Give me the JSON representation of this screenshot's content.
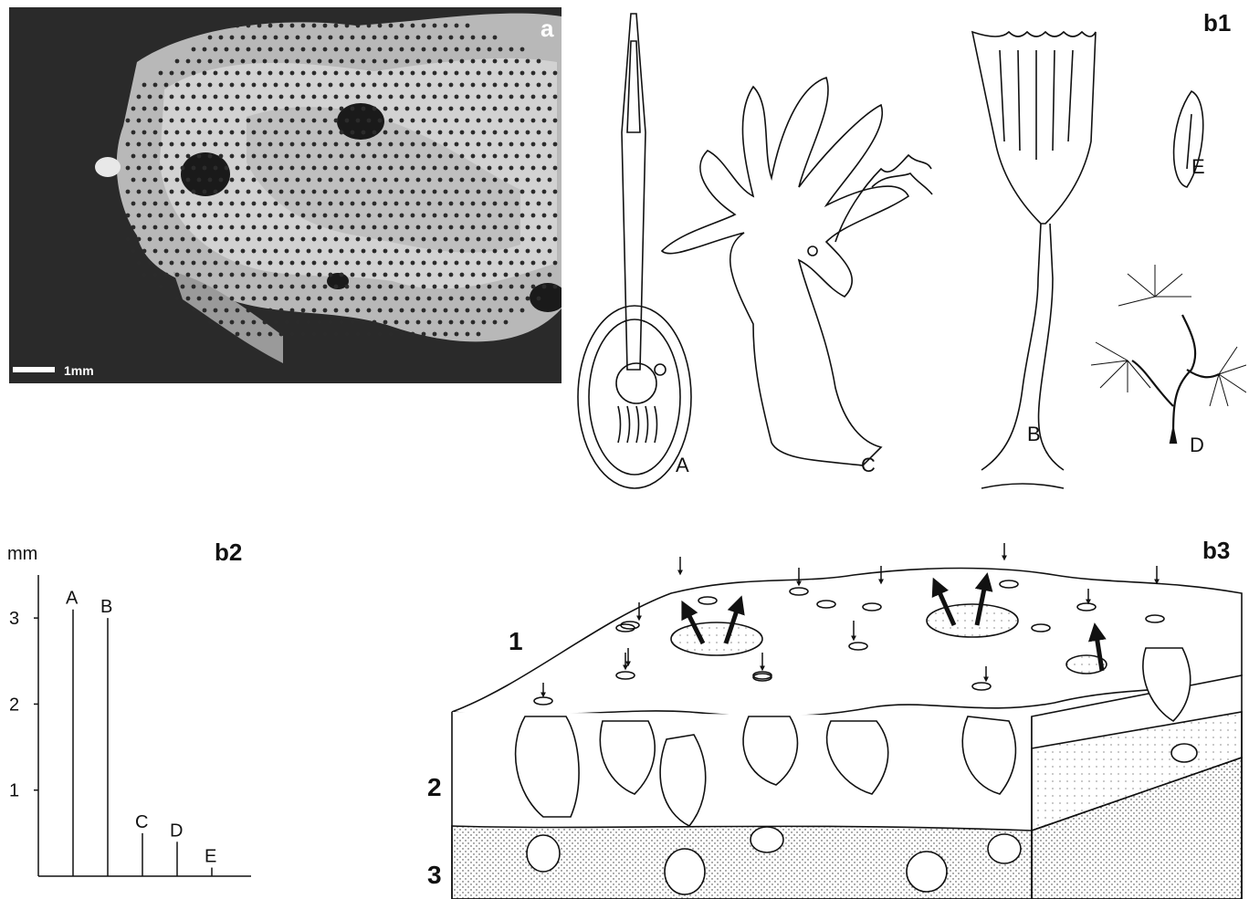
{
  "panels": {
    "a": {
      "label": "a",
      "scale_bar": "1mm"
    },
    "b1": {
      "label": "b1",
      "organisms": [
        {
          "id": "A",
          "label": "A"
        },
        {
          "id": "C",
          "label": "C"
        },
        {
          "id": "B",
          "label": "B"
        },
        {
          "id": "D",
          "label": "D"
        },
        {
          "id": "E",
          "label": "E"
        }
      ]
    },
    "b2": {
      "label": "b2"
    },
    "b3": {
      "label": "b3",
      "layers": [
        "1",
        "2",
        "3"
      ]
    }
  },
  "chart_data": {
    "type": "bar",
    "title": "",
    "ylabel": "mm",
    "xlabel": "",
    "ylim": [
      0,
      3.5
    ],
    "yticks": [
      "1",
      "2",
      "3"
    ],
    "categories": [
      "A",
      "B",
      "C",
      "D",
      "E"
    ],
    "values": [
      3.1,
      3.0,
      0.5,
      0.4,
      0.1
    ]
  },
  "colors": {
    "ink": "#111111",
    "photo_dark": "#262626",
    "photo_light": "#cfcfcf"
  }
}
